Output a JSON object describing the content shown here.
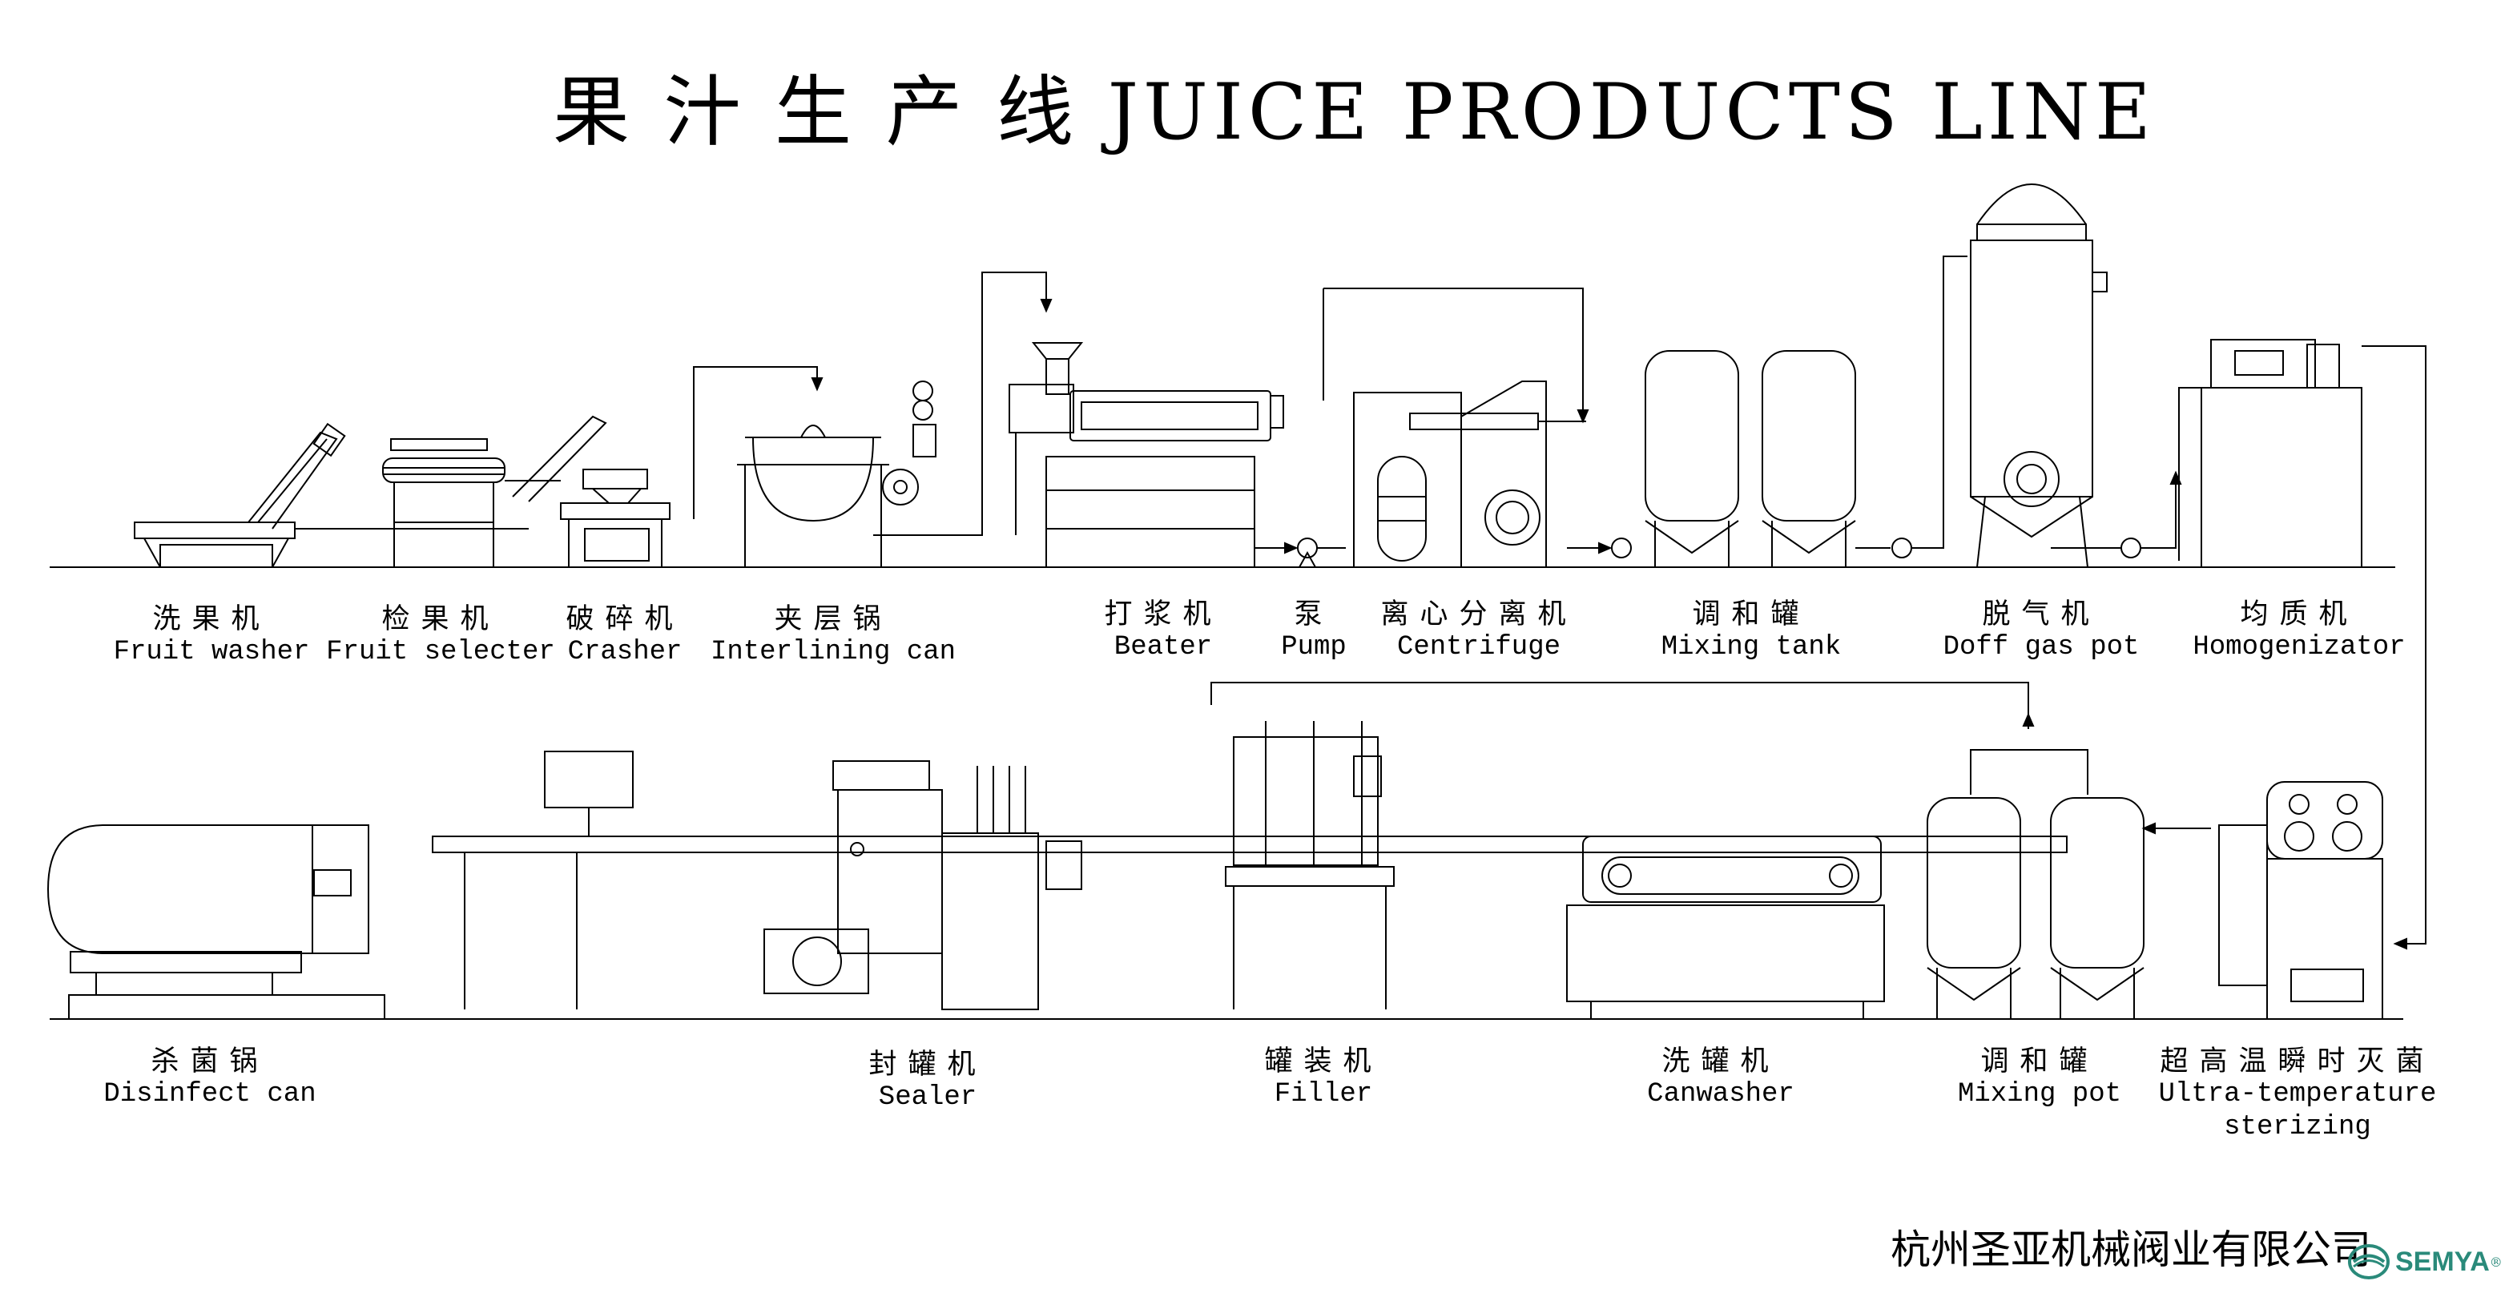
{
  "title": "果 汁 生 产 线 JUICE PRODUCTS LINE",
  "machines": [
    {
      "id": "fruit_washer",
      "cn": "洗果机",
      "en": "Fruit washer"
    },
    {
      "id": "fruit_selecter",
      "cn": "检果机",
      "en": "Fruit selecter"
    },
    {
      "id": "crasher",
      "cn": "破碎机",
      "en": "Crasher"
    },
    {
      "id": "interlining_can",
      "cn": "夹层锅",
      "en": "Interlining can"
    },
    {
      "id": "beater",
      "cn": "打浆机",
      "en": "Beater"
    },
    {
      "id": "pump",
      "cn": "泵",
      "en": "Pump"
    },
    {
      "id": "centrifuge",
      "cn": "离心分离机",
      "en": "Centrifuge"
    },
    {
      "id": "mixing_tank",
      "cn": "调和罐",
      "en": "Mixing tank"
    },
    {
      "id": "doff_gas_pot",
      "cn": "脱气机",
      "en": "Doff gas pot"
    },
    {
      "id": "homogenizator",
      "cn": "均质机",
      "en": "Homogenizator"
    },
    {
      "id": "disinfect_can",
      "cn": "杀菌锅",
      "en": "Disinfect can"
    },
    {
      "id": "sealer",
      "cn": "封罐机",
      "en": "Sealer"
    },
    {
      "id": "filler",
      "cn": "罐装机",
      "en": "Filler"
    },
    {
      "id": "canwasher",
      "cn": "洗罐机",
      "en": "Canwasher"
    },
    {
      "id": "mixing_pot",
      "cn": "调和罐",
      "en": "Mixing pot"
    },
    {
      "id": "uht_sterilizer",
      "cn": "超高温瞬时灭菌",
      "en": "Ultra-temperature",
      "en2": "sterizing"
    }
  ],
  "company": "杭州圣亚机械阀业有限公司",
  "logo": {
    "text": "SEMYA",
    "mark": "®",
    "color": "#2a8a7a"
  }
}
